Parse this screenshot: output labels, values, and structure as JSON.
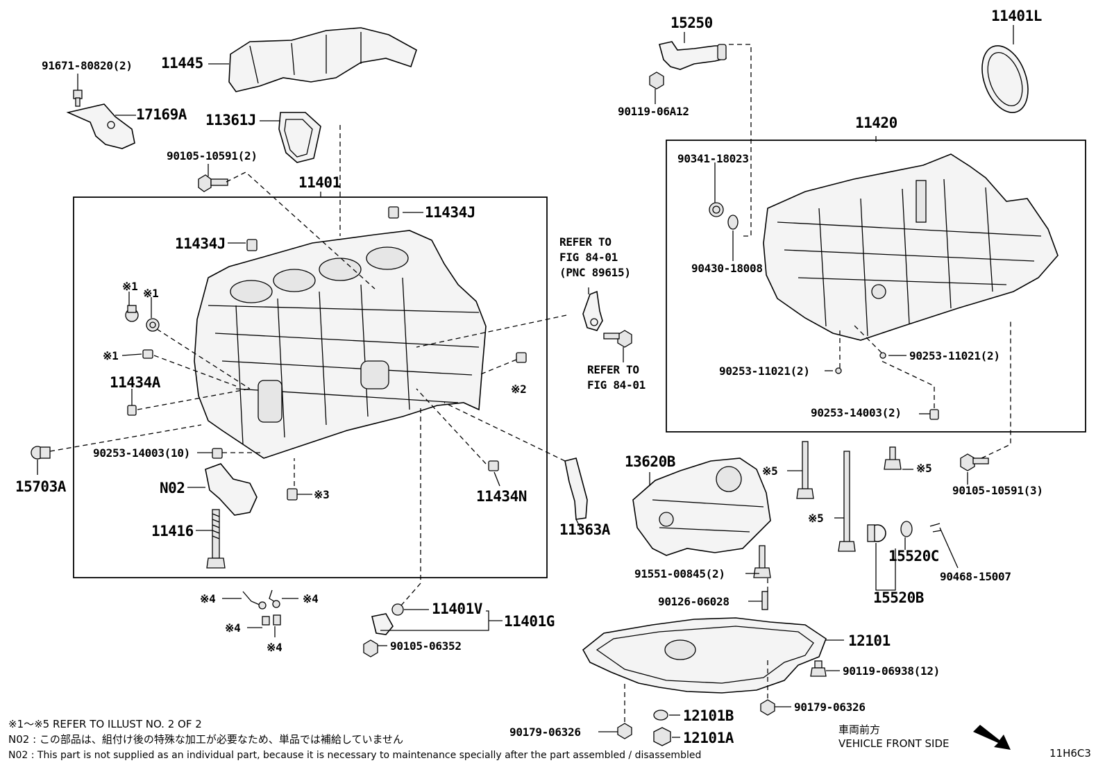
{
  "labels": {
    "p91671": "91671-80820(2)",
    "p11445": "11445",
    "p17169A": "17169A",
    "p11361J": "11361J",
    "p90105_10591_2": "90105-10591(2)",
    "p11401": "11401",
    "p11434J_top": "11434J",
    "p11434J_left": "11434J",
    "m1_a": "※1",
    "m1_b": "※1",
    "m1_c": "※1",
    "p11434A": "11434A",
    "m2": "※2",
    "p90253_14003_10": "90253-14003(10)",
    "p15703A": "15703A",
    "pN02": "N02",
    "m3": "※3",
    "p11416": "11416",
    "p11434N": "11434N",
    "m4_a": "※4",
    "m4_b": "※4",
    "m4_c": "※4",
    "m4_d": "※4",
    "p11401V": "11401V",
    "p11401G": "11401G",
    "p90105_06352": "90105-06352",
    "refer1_l1": "REFER TO",
    "refer1_l2": "FIG 84-01",
    "refer1_l3": "(PNC 89615)",
    "refer2_l1": "REFER TO",
    "refer2_l2": "FIG 84-01",
    "p11363A": "11363A",
    "p15250": "15250",
    "p90119_06A12": "90119-06A12",
    "p11401L": "11401L",
    "p11420": "11420",
    "p90341": "90341-18023",
    "p90430": "90430-18008",
    "p90253_11021_a": "90253-11021(2)",
    "p90253_11021_b": "90253-11021(2)",
    "p90253_14003_2": "90253-14003(2)",
    "p13620B": "13620B",
    "m5_a": "※5",
    "m5_b": "※5",
    "m5_c": "※5",
    "p90105_10591_3": "90105-10591(3)",
    "p15520C": "15520C",
    "p90468": "90468-15007",
    "p15520B": "15520B",
    "p91551": "91551-00845(2)",
    "p90126": "90126-06028",
    "p12101": "12101",
    "p90119_06938": "90119-06938(12)",
    "p90179_a": "90179-06326",
    "p90179_b": "90179-06326",
    "p12101B": "12101B",
    "p12101A": "12101A"
  },
  "notes": {
    "line1": "※1～※5  REFER TO ILLUST NO. 2 OF 2",
    "line2": "N02 : この部品は、組付け後の特殊な加工が必要なため、単品では補給していません",
    "line3": "N02 : This part is not supplied as an individual part, because it is necessary to maintenance specially after the part assembled / disassembled"
  },
  "front": {
    "jp": "車両前方",
    "en": "VEHICLE FRONT SIDE"
  },
  "code": "11H6C3"
}
